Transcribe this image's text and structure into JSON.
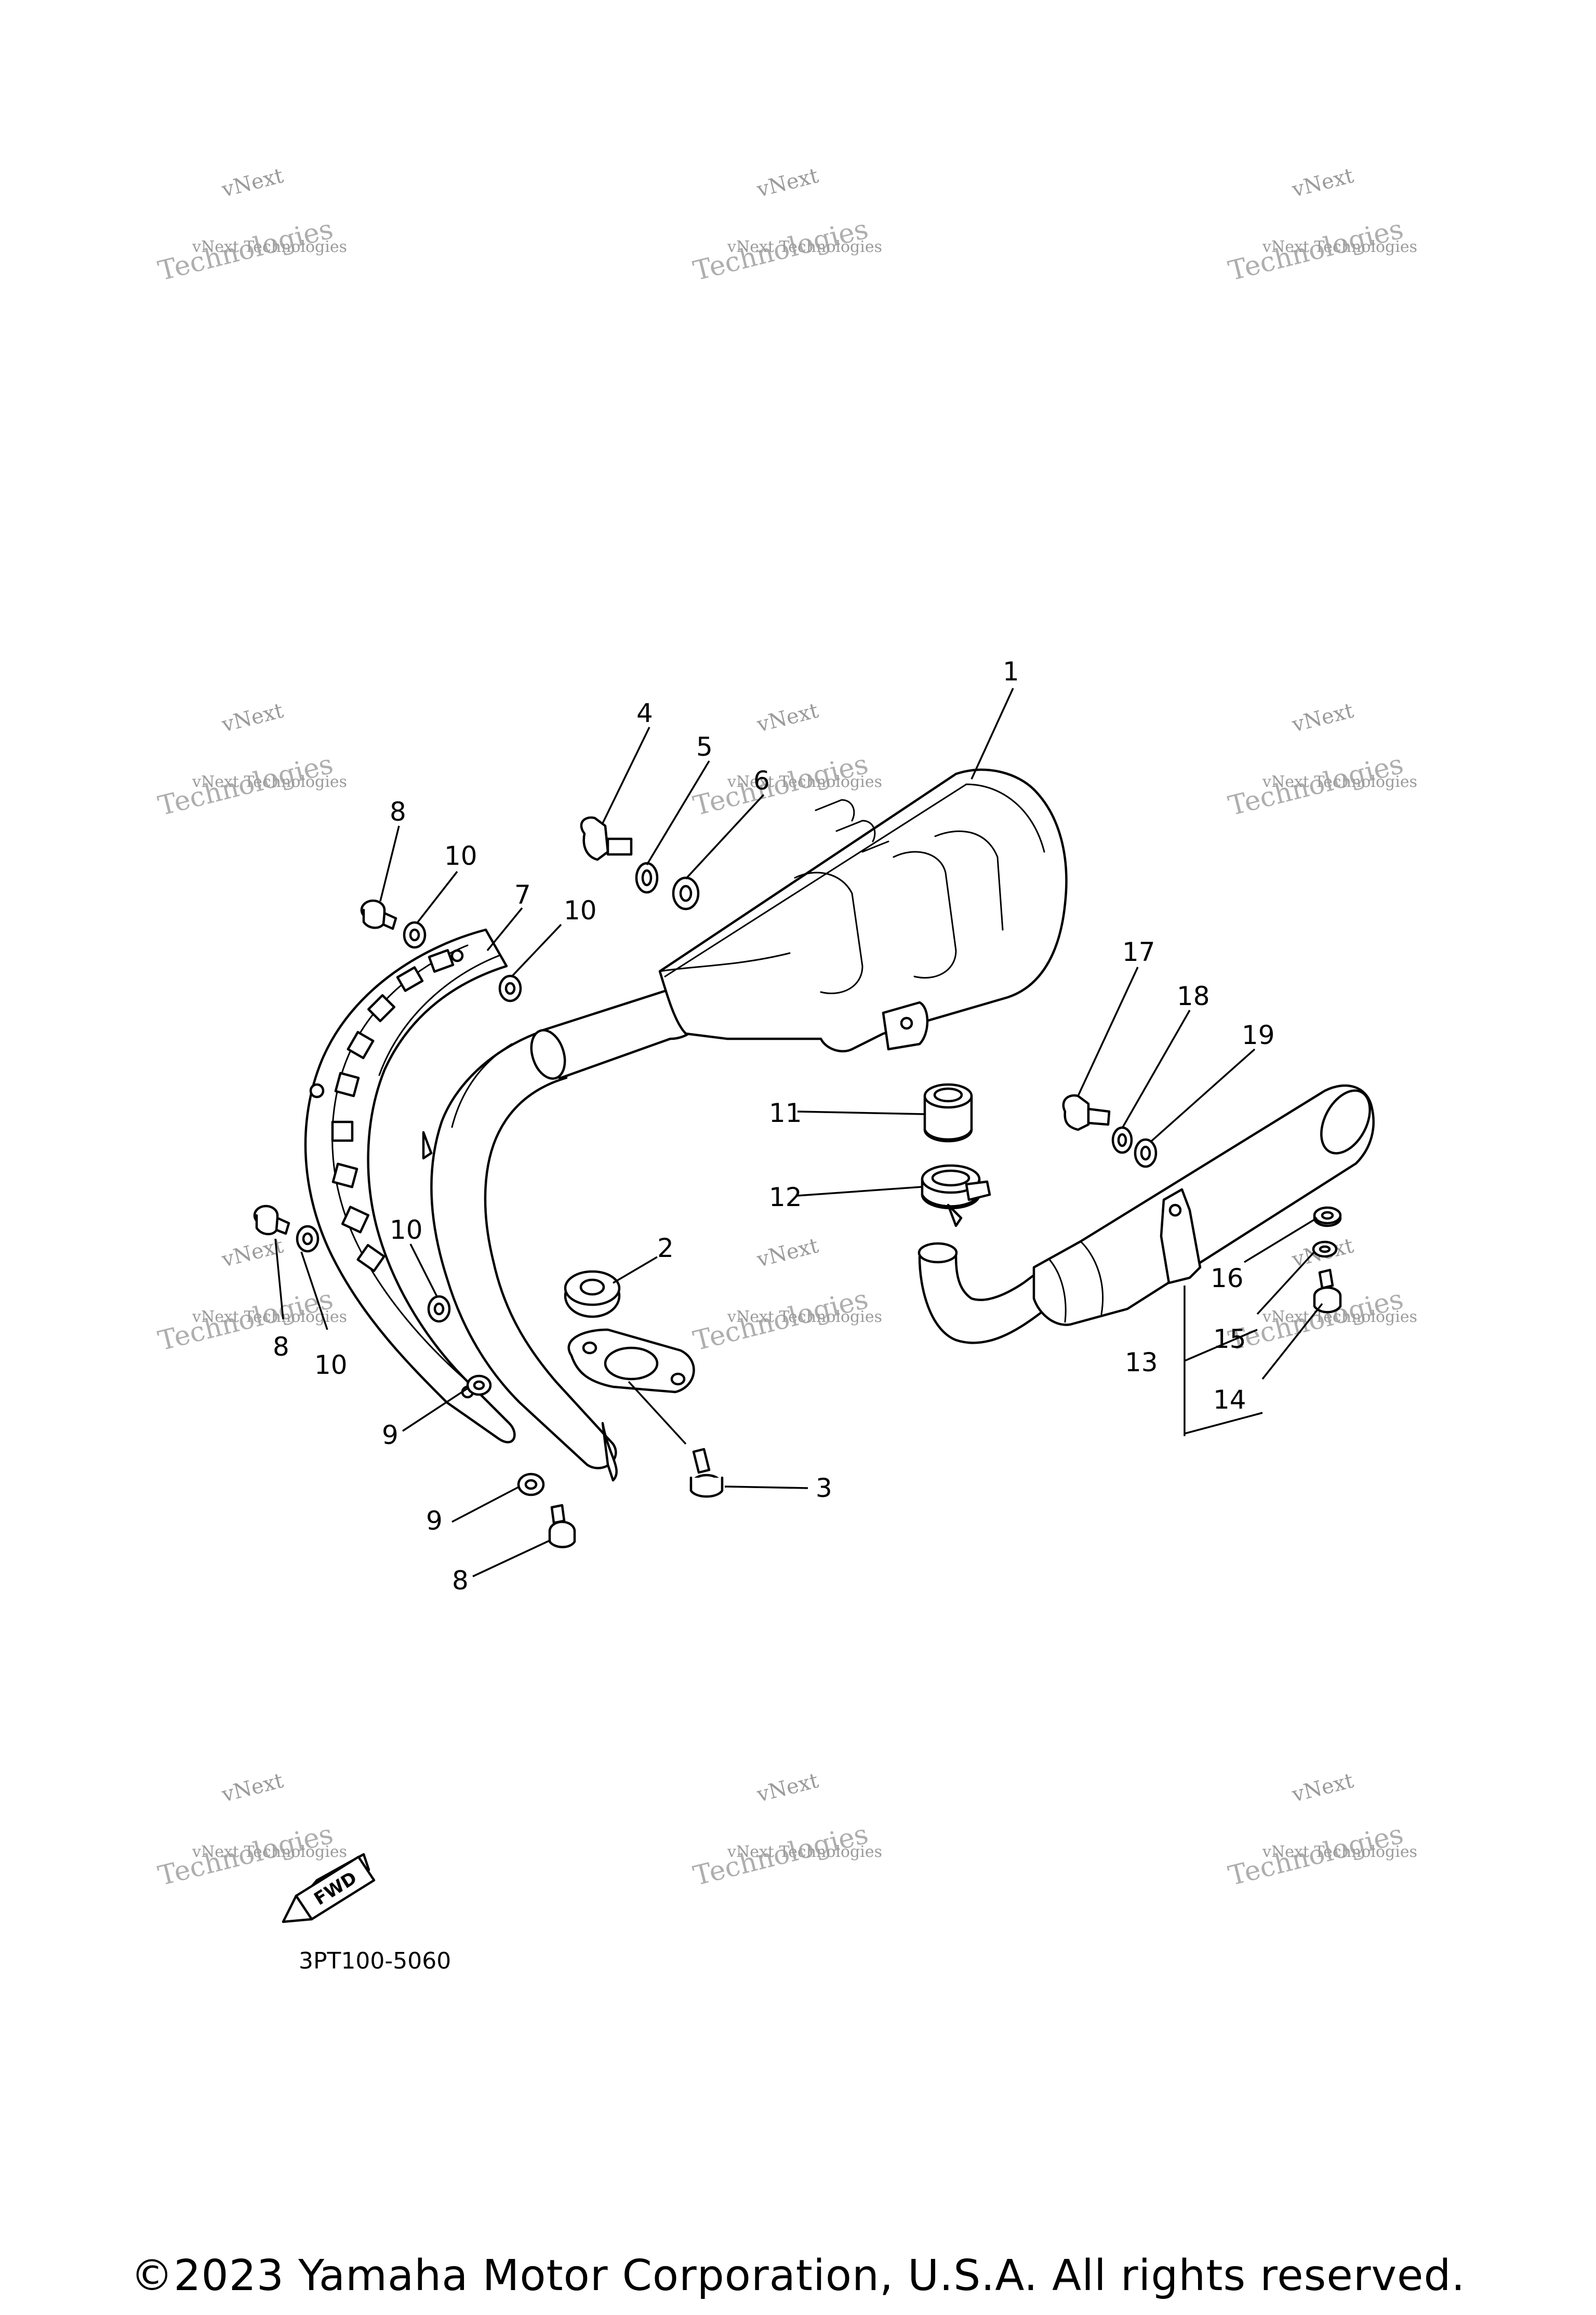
{
  "diagram_code": "3PT100-5060",
  "fwd_label": "FWD",
  "copyright": "©2023 Yamaha Motor Corporation, U.S.A. All rights reserved.",
  "watermark": {
    "line1": "vNext",
    "line2": "Technologies",
    "line3": "vNext Technologies"
  },
  "callouts": {
    "c1": "1",
    "c2": "2",
    "c3": "3",
    "c4": "4",
    "c5": "5",
    "c6": "6",
    "c7": "7",
    "c8a": "8",
    "c8b": "8",
    "c8c": "8",
    "c9a": "9",
    "c9b": "9",
    "c10a": "10",
    "c10b": "10",
    "c10c": "10",
    "c10d": "10",
    "c11": "11",
    "c12": "12",
    "c13": "13",
    "c14": "14",
    "c15": "15",
    "c16": "16",
    "c17": "17",
    "c18": "18",
    "c19": "19"
  }
}
